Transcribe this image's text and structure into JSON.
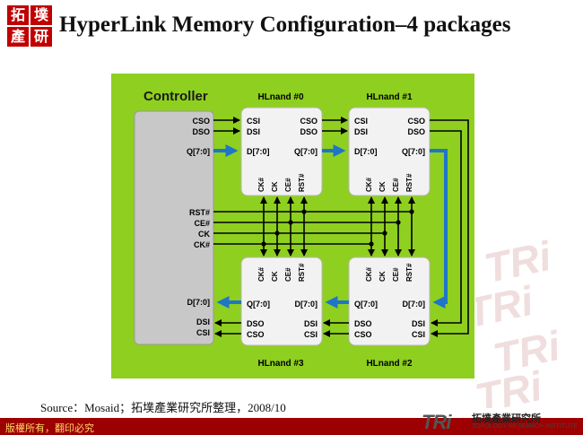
{
  "header": {
    "logo_chars": [
      "拓",
      "墣",
      "產",
      "研"
    ],
    "title": "HyperLink Memory Configuration–4 packages"
  },
  "diagram": {
    "controller": {
      "title": "Controller",
      "pins_top": [
        "CSO",
        "DSO",
        "Q[7:0]"
      ],
      "pins_mid": [
        "RST#",
        "CE#",
        "CK",
        "CK#"
      ],
      "pins_bottom": [
        "D[7:0]",
        "DSI",
        "CSI"
      ]
    },
    "chips": [
      {
        "id": "hl0",
        "name": "HLnand #0",
        "left_pins": [
          "CSI",
          "DSI",
          "D[7:0]"
        ],
        "right_pins": [
          "CSO",
          "DSO",
          "Q[7:0]"
        ],
        "ctrl_pins": [
          "CK#",
          "CK",
          "CE#",
          "RST#"
        ]
      },
      {
        "id": "hl1",
        "name": "HLnand #1",
        "left_pins": [
          "CSI",
          "DSI",
          "D[7:0]"
        ],
        "right_pins": [
          "CSO",
          "DSO",
          "Q[7:0]"
        ],
        "ctrl_pins": [
          "CK#",
          "CK",
          "CE#",
          "RST#"
        ]
      },
      {
        "id": "hl3",
        "name": "HLnand #3",
        "left_pins": [
          "Q[7:0]",
          "DSO",
          "CSO"
        ],
        "right_pins": [
          "D[7:0]",
          "DSI",
          "CSI"
        ],
        "ctrl_pins": [
          "CK#",
          "CK",
          "CE#",
          "RST#"
        ]
      },
      {
        "id": "hl2",
        "name": "HLnand #2",
        "left_pins": [
          "Q[7:0]",
          "DSO",
          "CSO"
        ],
        "right_pins": [
          "D[7:0]",
          "DSI",
          "CSI"
        ],
        "ctrl_pins": [
          "CK#",
          "CK",
          "CE#",
          "RST#"
        ]
      }
    ],
    "colors": {
      "background": "#8fcf1f",
      "bus": "#1f75c8",
      "chip": "#f2f2f2",
      "controller": "#c8c8c8"
    }
  },
  "source": "Source：Mosaid；拓墣產業研究所整理，2008/10",
  "footer": {
    "copyright": "版權所有，翻印必究",
    "tri_logo": "TRi",
    "tri_cn": "拓墣產業研究所",
    "tri_en": "TOPOLOGY RESEARCH INSTITUTE"
  }
}
